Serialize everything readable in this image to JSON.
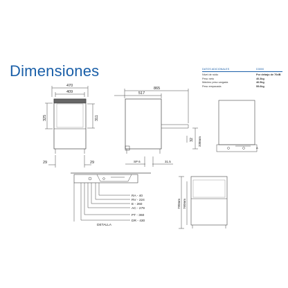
{
  "title": "Dimensiones",
  "info_table": {
    "header_label": "DATOS ADICIONALES",
    "header_value": "D3000",
    "rows": [
      {
        "label": "Nivel de ruido",
        "value": "Por debajo de 70dB"
      },
      {
        "label": "Peso neto",
        "value": "40.3kg"
      },
      {
        "label": "Máximo peso cargada",
        "value": "46.5kg"
      },
      {
        "label": "Peso empacada",
        "value": "55.6kg"
      }
    ]
  },
  "front_view": {
    "width_outer": "470",
    "width_inner": "409",
    "height_left": "325",
    "height_right": "311",
    "bottom_left": "29",
    "bottom_right": "29"
  },
  "side_view": {
    "depth_total": "865",
    "depth_body": "517",
    "height_small": "32",
    "height_pipe": "338mm",
    "bottom_left": "SP 6",
    "bottom_right": "31.5"
  },
  "detail_view": {
    "labels": [
      "RA - 40",
      "RV - 224",
      "E - 260",
      "AC - 279",
      "PT - 360",
      "DR - 430"
    ],
    "caption": "DETALLA",
    "extra_label": "A"
  },
  "bottom_right_view": {
    "height_outer": "790mm",
    "height_inner": "760mm"
  }
}
